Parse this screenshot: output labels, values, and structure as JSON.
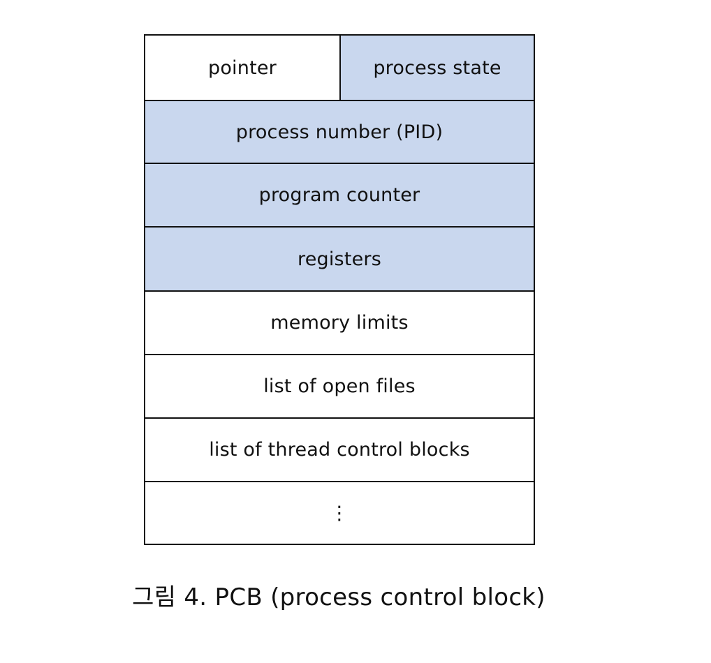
{
  "diagram": {
    "rows": [
      {
        "cells": [
          "pointer",
          "process state"
        ],
        "shaded": [
          false,
          true
        ]
      },
      {
        "cells": [
          "process number (PID)"
        ],
        "shaded": [
          true
        ]
      },
      {
        "cells": [
          "program counter"
        ],
        "shaded": [
          true
        ]
      },
      {
        "cells": [
          "registers"
        ],
        "shaded": [
          true
        ]
      },
      {
        "cells": [
          "memory limits"
        ],
        "shaded": [
          false
        ]
      },
      {
        "cells": [
          "list of open files"
        ],
        "shaded": [
          false
        ]
      },
      {
        "cells": [
          "list of thread control blocks"
        ],
        "shaded": [
          false
        ]
      },
      {
        "cells": [
          "⋮"
        ],
        "shaded": [
          false
        ]
      }
    ],
    "colors": {
      "shaded_fill": "#c9d7ee",
      "plain_fill": "#ffffff",
      "border": "#111111"
    }
  },
  "caption": "그림 4. PCB (process control block)"
}
